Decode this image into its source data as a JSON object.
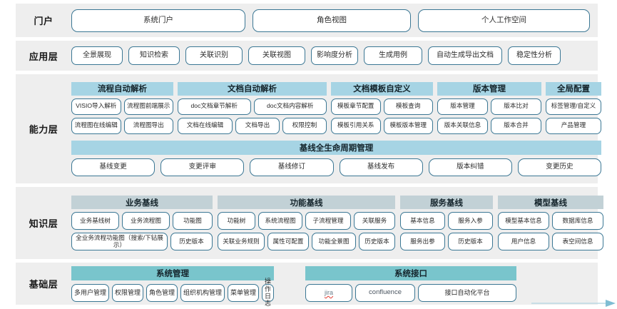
{
  "layers": [
    {
      "id": "portal",
      "label": "门户",
      "items": [
        "系统门户",
        "角色视图",
        "个人工作空间"
      ]
    },
    {
      "id": "application",
      "label": "应用层",
      "items": [
        "全景展现",
        "知识检索",
        "关联识别",
        "关联视图",
        "影响度分析",
        "生成用例",
        "自动生成导出文档",
        "稳定性分析"
      ]
    },
    {
      "id": "capability",
      "label": "能力层",
      "groups": [
        {
          "title": "流程自动解析",
          "rows": [
            [
              "VISIO导入解析",
              "流程图前端展示"
            ],
            [
              "流程图在线编辑",
              "流程图导出"
            ]
          ]
        },
        {
          "title": "文档自动解析",
          "rows": [
            [
              "doc文档章节解析",
              "doc文档内容解析"
            ],
            [
              "文档在线编辑",
              "文档导出",
              "权限控制"
            ]
          ]
        },
        {
          "title": "文档模板自定义",
          "rows": [
            [
              "模板章节配置",
              "模板查询"
            ],
            [
              "模板引用关系",
              "模板版本管理"
            ]
          ]
        },
        {
          "title": "版本管理",
          "rows": [
            [
              "版本管理",
              "版本比对"
            ],
            [
              "版本关联信息",
              "版本合并"
            ]
          ]
        },
        {
          "title": "全局配置",
          "rows": [
            [
              "标签管理/自定义"
            ],
            [
              "产品管理"
            ]
          ]
        }
      ],
      "lifecycle": {
        "title": "基线全生命周期管理",
        "items": [
          "基线变更",
          "变更评审",
          "基线修订",
          "基线发布",
          "版本纠错",
          "变更历史"
        ]
      }
    },
    {
      "id": "knowledge",
      "label": "知识层",
      "groups": [
        {
          "title": "业务基线",
          "rows": [
            [
              "业务基线树",
              "业务流程图",
              "功能图"
            ],
            [
              "全业务流程功能图（搜索/下钻展示）",
              "历史版本"
            ]
          ]
        },
        {
          "title": "功能基线",
          "rows": [
            [
              "功能树",
              "系统流程图",
              "子流程管理",
              "关联服务"
            ],
            [
              "关联业务规则",
              "属性可配置",
              "功能全景图",
              "历史版本"
            ]
          ]
        },
        {
          "title": "服务基线",
          "rows": [
            [
              "基本信息",
              "服务入参"
            ],
            [
              "服务出参",
              "历史版本"
            ]
          ]
        },
        {
          "title": "模型基线",
          "rows": [
            [
              "模型基本信息",
              "数据库信息"
            ],
            [
              "用户信息",
              "表空间信息"
            ]
          ]
        }
      ]
    },
    {
      "id": "foundation",
      "label": "基础层",
      "groups": [
        {
          "title": "系统管理",
          "rows": [
            [
              "多用户管理",
              "权限管理",
              "角色管理",
              "组织机构管理",
              "菜单管理",
              "操作日志"
            ]
          ]
        },
        {
          "title": "系统接口",
          "rows": [
            [
              "jira",
              "confluence",
              "接口自动化平台"
            ]
          ]
        }
      ]
    }
  ],
  "colors": {
    "band_background": "#eeeeee",
    "capability_header": "#a6d4e4",
    "knowledge_header": "#c2d1d6",
    "foundation_header": "#79c5cc",
    "pill_border": "#3b7794",
    "page_background": "#ffffff"
  }
}
